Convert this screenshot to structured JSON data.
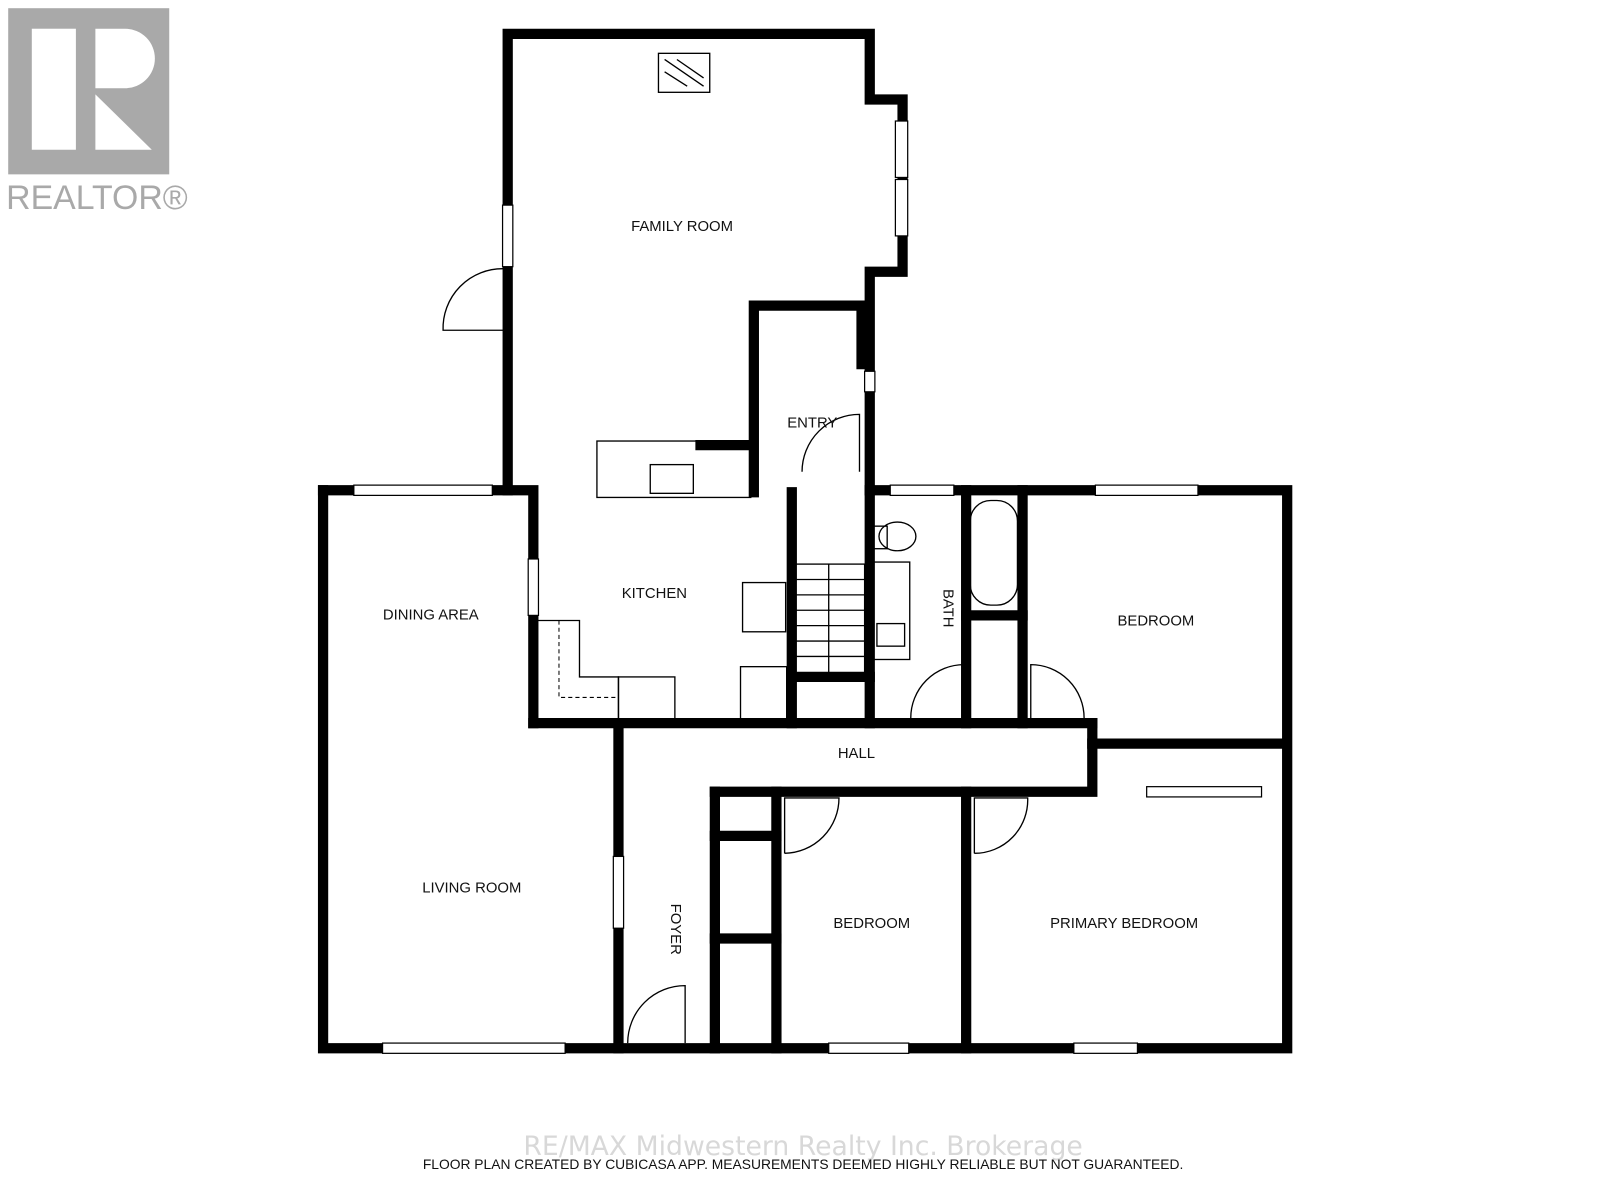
{
  "logo": {
    "text": "REALTOR®",
    "color": "#a9a9a9"
  },
  "rooms": {
    "family_room": "FAMILY ROOM",
    "entry": "ENTRY",
    "kitchen": "KITCHEN",
    "dining_area": "DINING AREA",
    "bath": "BATH",
    "bedroom_1": "BEDROOM",
    "hall": "HALL",
    "living_room": "LIVING ROOM",
    "foyer": "FOYER",
    "bedroom_2": "BEDROOM",
    "primary_bedroom": "PRIMARY BEDROOM"
  },
  "watermark": "RE/MAX Midwestern Realty Inc. Brokerage",
  "footer": "FLOOR PLAN CREATED BY CUBICASA APP. MEASUREMENTS DEEMED HIGHLY RELIABLE BUT NOT GUARANTEED."
}
